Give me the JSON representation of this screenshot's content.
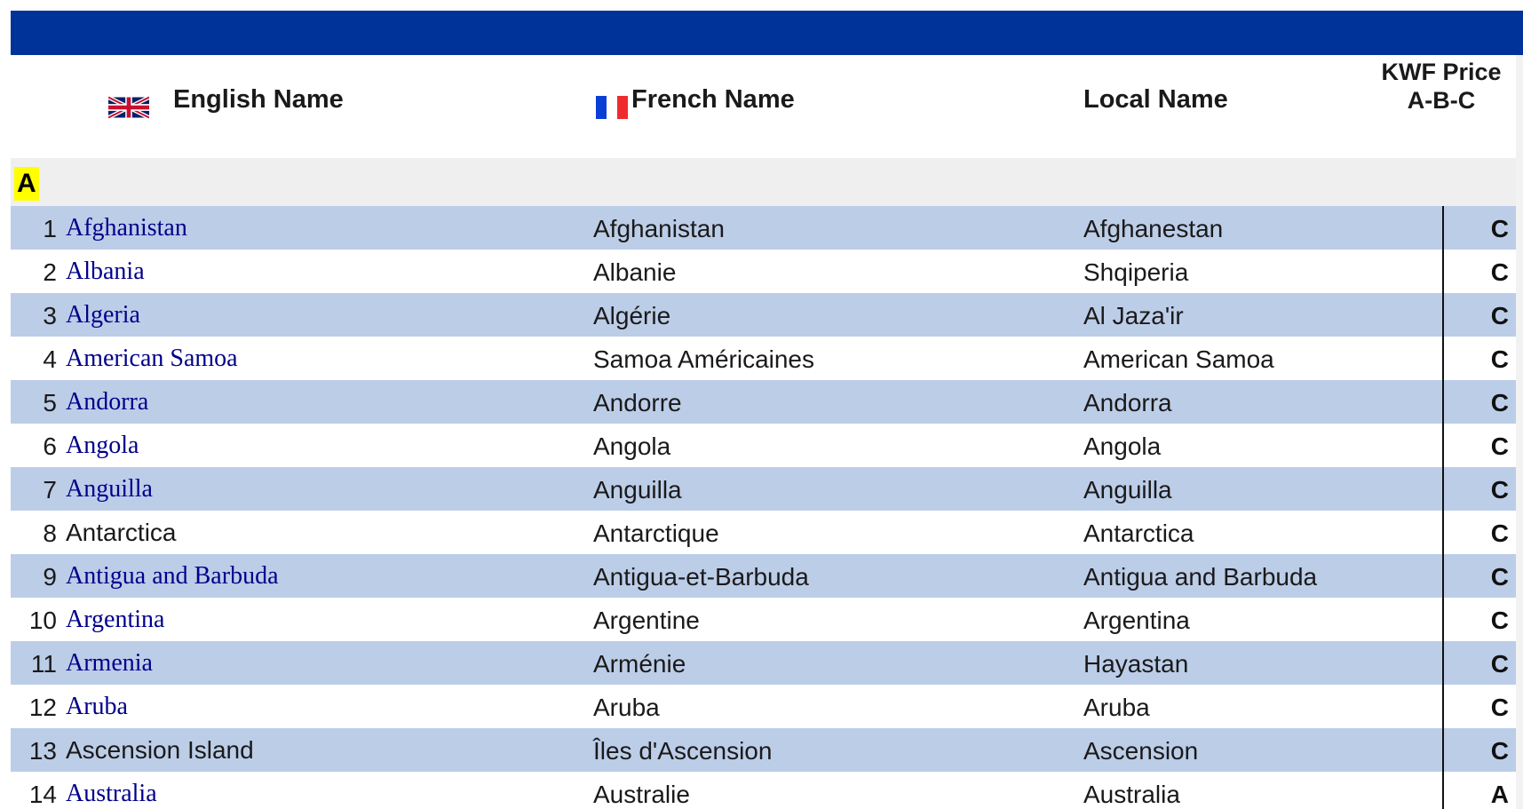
{
  "header": {
    "english_label": "English Name",
    "french_label": "French Name",
    "local_label": "Local Name",
    "price_label_line1": "KWF Price",
    "price_label_line2": "A-B-C",
    "flag_uk_icon": "uk-flag-icon",
    "flag_fr_icon": "france-flag-icon"
  },
  "section": {
    "letter": "A"
  },
  "colors": {
    "top_bar": "#003399",
    "row_shade": "#bccde8",
    "link": "#00008b",
    "letter_highlight": "#ffff00"
  },
  "rows": [
    {
      "num": "1",
      "english": "Afghanistan",
      "link": true,
      "french": "Afghanistan",
      "local": "Afghanestan",
      "price": "C"
    },
    {
      "num": "2",
      "english": "Albania",
      "link": true,
      "french": "Albanie",
      "local": "Shqiperia",
      "price": "C"
    },
    {
      "num": "3",
      "english": "Algeria",
      "link": true,
      "french": "Algérie",
      "local": "Al Jaza'ir",
      "price": "C"
    },
    {
      "num": "4",
      "english": "American Samoa",
      "link": true,
      "french": "Samoa Américaines",
      "local": "American Samoa",
      "price": "C"
    },
    {
      "num": "5",
      "english": "Andorra",
      "link": true,
      "french": "Andorre",
      "local": "Andorra",
      "price": "C"
    },
    {
      "num": "6",
      "english": "Angola",
      "link": true,
      "french": "Angola",
      "local": "Angola",
      "price": "C"
    },
    {
      "num": "7",
      "english": "Anguilla",
      "link": true,
      "french": "Anguilla",
      "local": "Anguilla",
      "price": "C"
    },
    {
      "num": "8",
      "english": "Antarctica",
      "link": false,
      "french": "Antarctique",
      "local": "Antarctica",
      "price": "C"
    },
    {
      "num": "9",
      "english": "Antigua and Barbuda",
      "link": true,
      "french": "Antigua-et-Barbuda",
      "local": "Antigua and Barbuda",
      "price": "C"
    },
    {
      "num": "10",
      "english": "Argentina",
      "link": true,
      "french": "Argentine",
      "local": "Argentina",
      "price": "C"
    },
    {
      "num": "11",
      "english": "Armenia",
      "link": true,
      "french": "Arménie",
      "local": "Hayastan",
      "price": "C"
    },
    {
      "num": "12",
      "english": "Aruba",
      "link": true,
      "french": "Aruba",
      "local": "Aruba",
      "price": "C"
    },
    {
      "num": "13",
      "english": "Ascension Island",
      "link": false,
      "french": "Îles d'Ascension",
      "local": "Ascension",
      "price": "C"
    },
    {
      "num": "14",
      "english": "Australia",
      "link": true,
      "french": "Australie",
      "local": "Australia",
      "price": "A"
    }
  ]
}
